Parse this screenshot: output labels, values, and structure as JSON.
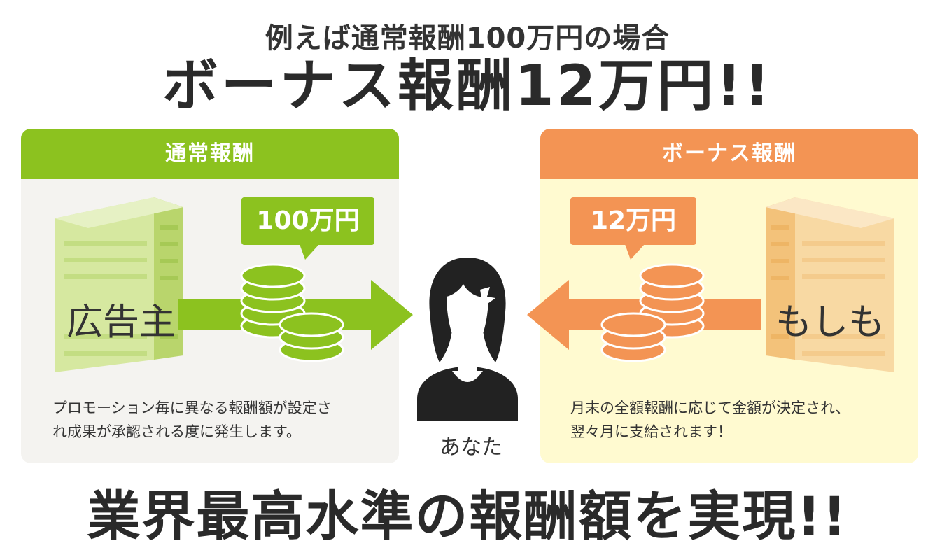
{
  "header": {
    "subtitle": "例えば通常報酬100万円の場合",
    "headline": "ボーナス報酬12万円!!"
  },
  "left_panel": {
    "title": "通常報酬",
    "amount": "100万円",
    "entity": "広告主",
    "description_line1": "プロモーション毎に異なる報酬額が設定さ",
    "description_line2": "れ成果が承認される度に発生します。",
    "color": "#8cc21f"
  },
  "center": {
    "person_label": "あなた"
  },
  "right_panel": {
    "title": "ボーナス報酬",
    "amount": "12万円",
    "entity": "もしも",
    "description_line1": "月末の全額報酬に応じて金額が決定され、",
    "description_line2": "翌々月に支給されます！",
    "color": "#f39454"
  },
  "footer": {
    "text": "業界最高水準の報酬額を実現!!"
  },
  "colors": {
    "highlight_yellow": "#fff43a",
    "left_panel_bg": "#f4f3f0",
    "right_panel_bg": "#fffad0"
  }
}
